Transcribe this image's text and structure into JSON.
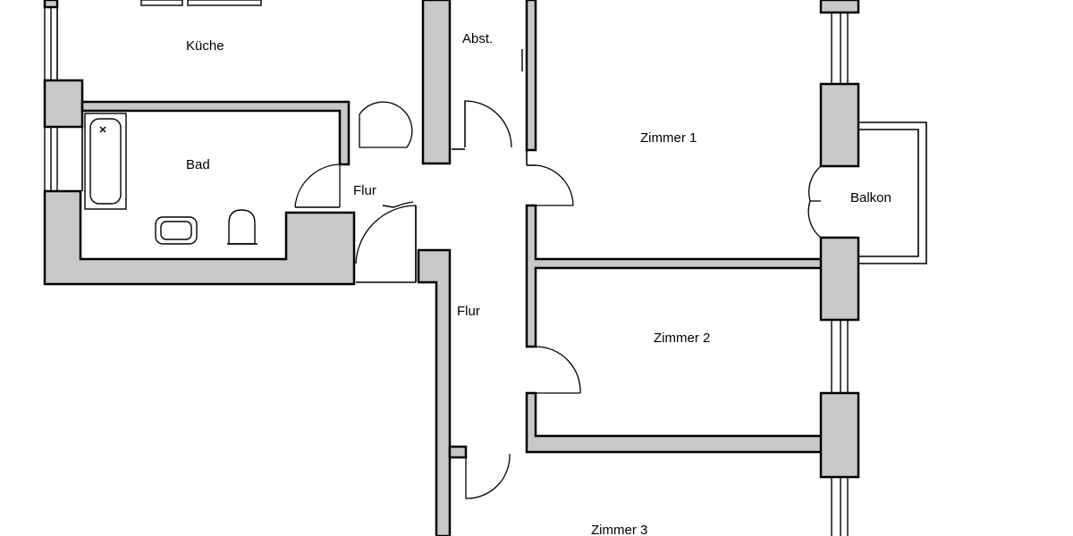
{
  "rooms": {
    "kueche": "Küche",
    "abst": "Abst.",
    "zimmer1": "Zimmer 1",
    "bad": "Bad",
    "balkon": "Balkon",
    "flur_upper": "Flur",
    "flur_lower": "Flur",
    "zimmer2": "Zimmer 2",
    "zimmer3": "Zimmer 3"
  }
}
